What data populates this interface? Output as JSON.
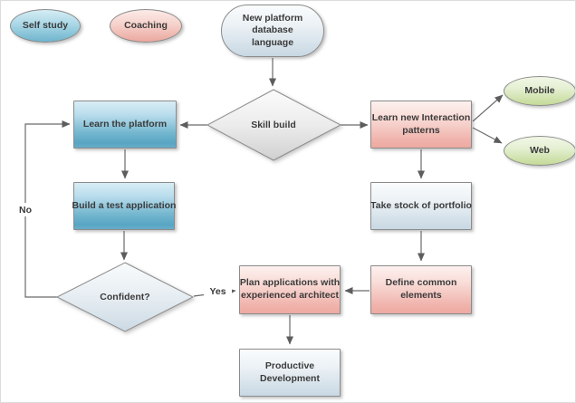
{
  "diagram": {
    "legend": {
      "self_study": "Self study",
      "coaching": "Coaching"
    },
    "nodes": {
      "new_platform": "New platform\ndatabase\nlanguage",
      "skill_build": "Skill build",
      "learn_platform": "Learn the platform",
      "learn_interaction": "Learn new Interaction\npatterns",
      "mobile": "Mobile",
      "web": "Web",
      "build_test": "Build a test application",
      "take_stock": "Take stock of portfolio",
      "confident": "Confident?",
      "plan_apps": "Plan applications with\nexperienced architect",
      "define_common": "Define common\nelements",
      "productive": "Productive\nDevelopment"
    },
    "edge_labels": {
      "no": "No",
      "yes": "Yes"
    },
    "colors": {
      "blue_node_top": "#d8edf4",
      "blue_node_bottom": "#58a5c3",
      "pink_node_top": "#fdf1ef",
      "pink_node_bottom": "#eda9a1",
      "bluegray_node_top": "#fafcfd",
      "bluegray_node_bottom": "#c8d8e3",
      "green_node_top": "#f1f7e7",
      "green_node_bottom": "#c4da97",
      "diamond_gray_top": "#fbfbfb",
      "diamond_gray_bottom": "#d0d0d0",
      "diamond_blue_top": "#f9fbfc",
      "diamond_blue_bottom": "#ccdae4",
      "connector_line": "#5d5d5d",
      "text": "#3b3b3b"
    }
  }
}
